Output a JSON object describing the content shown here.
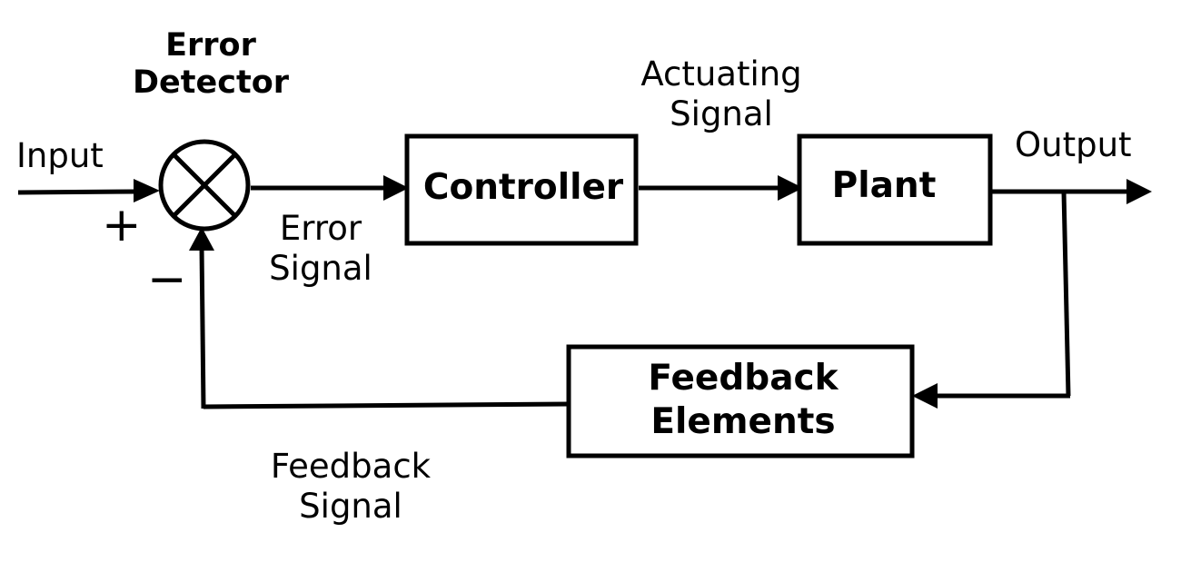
{
  "error_detector": {
    "title_line1": "Error",
    "title_line2": "Detector",
    "plus_sign": "+",
    "minus_sign": "−"
  },
  "signals": {
    "input": "Input",
    "output": "Output",
    "error_line1": "Error",
    "error_line2": "Signal",
    "actuating_line1": "Actuating",
    "actuating_line2": "Signal",
    "feedback_line1": "Feedback",
    "feedback_line2": "Signal"
  },
  "blocks": {
    "controller": "Controller",
    "plant": "Plant",
    "feedback_line1": "Feedback",
    "feedback_line2": "Elements"
  },
  "colors": {
    "stroke": "#000000",
    "background": "#ffffff"
  }
}
